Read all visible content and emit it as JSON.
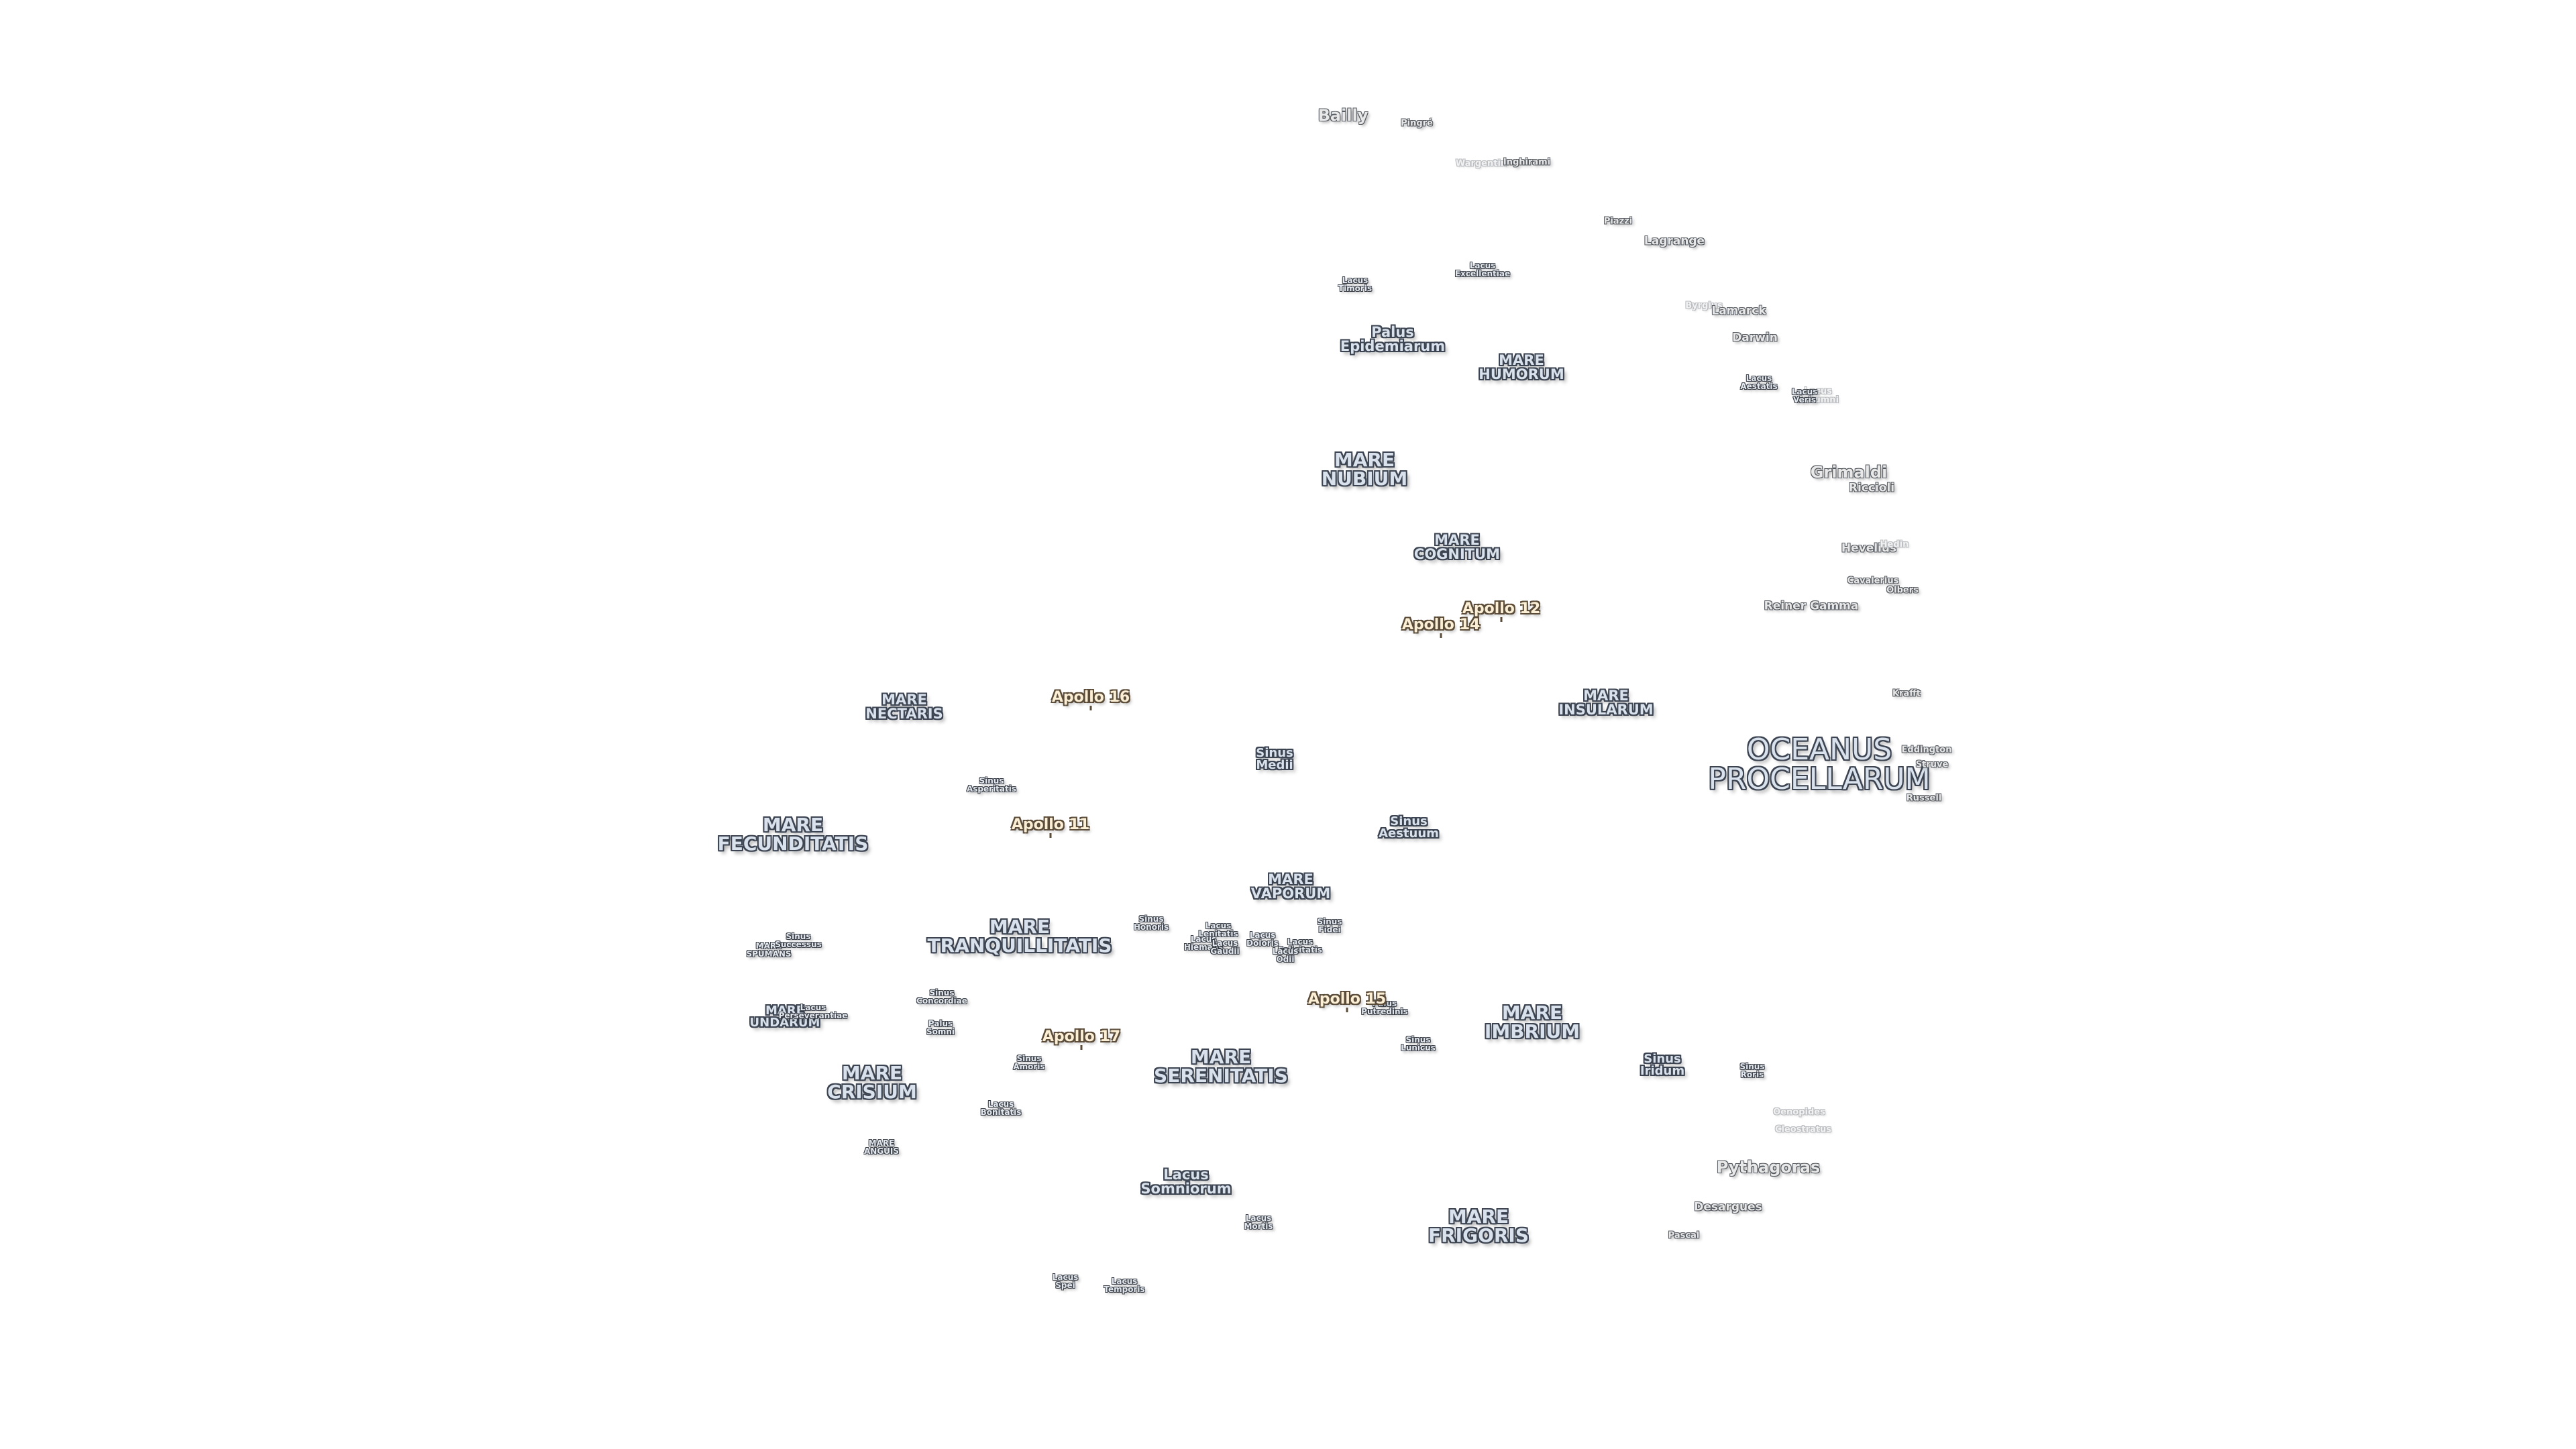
{
  "features": [
    {
      "id": "oceanus-procellarum",
      "name": "OCEANUS\nPROCELLARUM",
      "kind": "mare-xl"
    },
    {
      "id": "mare-imbrium",
      "name": "MARE\nIMBRIUM",
      "kind": "mare-l"
    },
    {
      "id": "mare-frigoris",
      "name": "MARE\nFRIGORIS",
      "kind": "mare-l"
    },
    {
      "id": "mare-tranquillitatis",
      "name": "MARE\nTRANQUILLITATIS",
      "kind": "mare-l"
    },
    {
      "id": "mare-serenitatis",
      "name": "MARE\nSERENITATIS",
      "kind": "mare-l"
    },
    {
      "id": "mare-fecunditatis",
      "name": "MARE\nFECUNDITATIS",
      "kind": "mare-l"
    },
    {
      "id": "mare-crisium",
      "name": "MARE\nCRISIUM",
      "kind": "mare-l"
    },
    {
      "id": "mare-nubium",
      "name": "MARE\nNUBIUM",
      "kind": "mare-l"
    },
    {
      "id": "mare-humorum",
      "name": "MARE\nHUMORUM",
      "kind": "mare-m"
    },
    {
      "id": "mare-cognitum",
      "name": "MARE\nCOGNITUM",
      "kind": "mare-m"
    },
    {
      "id": "mare-insularum",
      "name": "MARE\nINSULARUM",
      "kind": "mare-m"
    },
    {
      "id": "mare-nectaris",
      "name": "MARE\nNECTARIS",
      "kind": "mare-m"
    },
    {
      "id": "mare-vaporum",
      "name": "MARE\nVAPORUM",
      "kind": "mare-m"
    },
    {
      "id": "mare-spumans",
      "name": "MARE\nSPUMANS",
      "kind": "small"
    },
    {
      "id": "mare-undarum",
      "name": "MARE\nUNDARUM",
      "kind": "mare-s"
    },
    {
      "id": "mare-anguis",
      "name": "MARE\nANGUIS",
      "kind": "small"
    },
    {
      "id": "palus-epidemiarum",
      "name": "Palus\nEpidemiarum",
      "kind": "mare-m"
    },
    {
      "id": "lacus-somniorum",
      "name": "Lacus\nSomniorum",
      "kind": "mare-m"
    },
    {
      "id": "sinus-aestuum",
      "name": "Sinus\nAestuum",
      "kind": "mare-s"
    },
    {
      "id": "sinus-medii",
      "name": "Sinus\nMedii",
      "kind": "mare-s"
    },
    {
      "id": "sinus-iridum",
      "name": "Sinus\nIridum",
      "kind": "mare-s"
    },
    {
      "id": "sinus-roris",
      "name": "Sinus\nRoris",
      "kind": "small"
    },
    {
      "id": "sinus-asperitatis",
      "name": "Sinus\nAsperitatis",
      "kind": "small"
    },
    {
      "id": "sinus-amoris",
      "name": "Sinus\nAmoris",
      "kind": "small"
    },
    {
      "id": "sinus-concordiae",
      "name": "Sinus\nConcordiae",
      "kind": "small"
    },
    {
      "id": "sinus-successus",
      "name": "Sinus\nSuccessus",
      "kind": "small"
    },
    {
      "id": "sinus-honoris",
      "name": "Sinus\nHonoris",
      "kind": "small"
    },
    {
      "id": "sinus-lunicus",
      "name": "Sinus\nLunicus",
      "kind": "small"
    },
    {
      "id": "sinus-fidei",
      "name": "Sinus\nFidei",
      "kind": "small"
    },
    {
      "id": "palus-somni",
      "name": "Palus\nSomni",
      "kind": "small"
    },
    {
      "id": "palus-putredinis",
      "name": "Palus\nPutredinis",
      "kind": "small"
    },
    {
      "id": "lacus-bonitatis",
      "name": "Lacus\nBonitatis",
      "kind": "small"
    },
    {
      "id": "lacus-mortis",
      "name": "Lacus\nMortis",
      "kind": "small"
    },
    {
      "id": "lacus-spei",
      "name": "Lacus\nSpei",
      "kind": "small"
    },
    {
      "id": "lacus-temporis",
      "name": "Lacus\nTemporis",
      "kind": "small"
    },
    {
      "id": "lacus-timoris",
      "name": "Lacus\nTimoris",
      "kind": "small"
    },
    {
      "id": "lacus-excellentiae",
      "name": "Lacus\nExcellentiae",
      "kind": "small"
    },
    {
      "id": "lacus-aestatis",
      "name": "Lacus\nAestatis",
      "kind": "small"
    },
    {
      "id": "lacus-autumni",
      "name": "Lacus\nAutumni",
      "kind": "faint"
    },
    {
      "id": "lacus-veris",
      "name": "Lacus\nVeris",
      "kind": "small"
    },
    {
      "id": "lacus-perseverantiae",
      "name": "Lacus\nPerseverantiae",
      "kind": "small"
    },
    {
      "id": "lacus-lenitatis",
      "name": "Lacus\nLenitatis",
      "kind": "small"
    },
    {
      "id": "lacus-hiemalis",
      "name": "Lacus\nHiemalis",
      "kind": "small"
    },
    {
      "id": "lacus-gaudii",
      "name": "Lacus\nGaudii",
      "kind": "small"
    },
    {
      "id": "lacus-doloris",
      "name": "Lacus\nDoloris",
      "kind": "small"
    },
    {
      "id": "lacus-felicitatis",
      "name": "Lacus\nFelicitatis",
      "kind": "small"
    },
    {
      "id": "lacus-odii",
      "name": "Lacus\nOdii",
      "kind": "small"
    },
    {
      "id": "bailly",
      "name": "Bailly",
      "kind": "crater-l"
    },
    {
      "id": "pingre",
      "name": "Pingré",
      "kind": "crater-s"
    },
    {
      "id": "wargentin",
      "name": "Wargentin",
      "kind": "faint"
    },
    {
      "id": "inghirami",
      "name": "Inghirami",
      "kind": "crater-s"
    },
    {
      "id": "piazzi",
      "name": "Piazzi",
      "kind": "crater-s"
    },
    {
      "id": "lagrange",
      "name": "Lagrange",
      "kind": "crater-m"
    },
    {
      "id": "byrgius",
      "name": "Byrgius",
      "kind": "faint"
    },
    {
      "id": "lamarck",
      "name": "Lamarck",
      "kind": "crater-m"
    },
    {
      "id": "darwin",
      "name": "Darwin",
      "kind": "crater-m"
    },
    {
      "id": "grimaldi",
      "name": "Grimaldi",
      "kind": "crater-l"
    },
    {
      "id": "riccioli",
      "name": "Riccioli",
      "kind": "crater-m"
    },
    {
      "id": "hevelius",
      "name": "Hevelius",
      "kind": "crater-m"
    },
    {
      "id": "hedin",
      "name": "Hedin",
      "kind": "faint"
    },
    {
      "id": "cavalerius",
      "name": "Cavalerius",
      "kind": "crater-s"
    },
    {
      "id": "olbers",
      "name": "Olbers",
      "kind": "crater-s"
    },
    {
      "id": "reiner-gamma",
      "name": "Reiner Gamma",
      "kind": "crater-m"
    },
    {
      "id": "krafft",
      "name": "Krafft",
      "kind": "crater-s"
    },
    {
      "id": "eddington",
      "name": "Eddington",
      "kind": "crater-s"
    },
    {
      "id": "struve",
      "name": "Struve",
      "kind": "crater-s"
    },
    {
      "id": "russell",
      "name": "Russell",
      "kind": "crater-s"
    },
    {
      "id": "oenopides",
      "name": "Oenopides",
      "kind": "faint"
    },
    {
      "id": "cleostratus",
      "name": "Cleostratus",
      "kind": "faint"
    },
    {
      "id": "pythagoras",
      "name": "Pythagoras",
      "kind": "crater-l"
    },
    {
      "id": "desargues",
      "name": "Desargues",
      "kind": "crater-m"
    },
    {
      "id": "pascal",
      "name": "Pascal",
      "kind": "crater-s"
    },
    {
      "id": "apollo-11",
      "name": "Apollo 11",
      "kind": "apollo",
      "site": true
    },
    {
      "id": "apollo-12",
      "name": "Apollo 12",
      "kind": "apollo",
      "site": true
    },
    {
      "id": "apollo-14",
      "name": "Apollo 14",
      "kind": "apollo",
      "site": true
    },
    {
      "id": "apollo-15",
      "name": "Apollo 15",
      "kind": "apollo",
      "site": true
    },
    {
      "id": "apollo-16",
      "name": "Apollo 16",
      "kind": "apollo",
      "site": true
    },
    {
      "id": "apollo-17",
      "name": "Apollo 17",
      "kind": "apollo",
      "site": true
    }
  ]
}
